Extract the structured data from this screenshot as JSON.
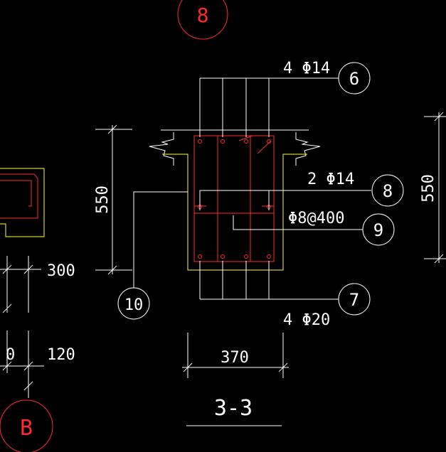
{
  "drawing": {
    "section_title": "3-3",
    "axis_bubbles": {
      "top": "8",
      "bottom_left": "B"
    },
    "dimensions": {
      "height_left": "550",
      "height_right": "550",
      "width": "370",
      "left_300": "300",
      "left_120": "120",
      "left_partial": "0"
    },
    "rebar_callouts": {
      "top_bars": "4 Φ14",
      "middle_bars": "2 Φ14",
      "stirrups": "Φ8@400",
      "bottom_bars": "4 Φ20"
    },
    "item_bubbles": {
      "top": "6",
      "middle": "8",
      "stirrup": "9",
      "bottom": "7",
      "left": "10"
    }
  },
  "colors": {
    "background": "#000000",
    "lines": "#ffffff",
    "concrete_outline": "#ffff33",
    "rebar": "#ff2a2a"
  }
}
